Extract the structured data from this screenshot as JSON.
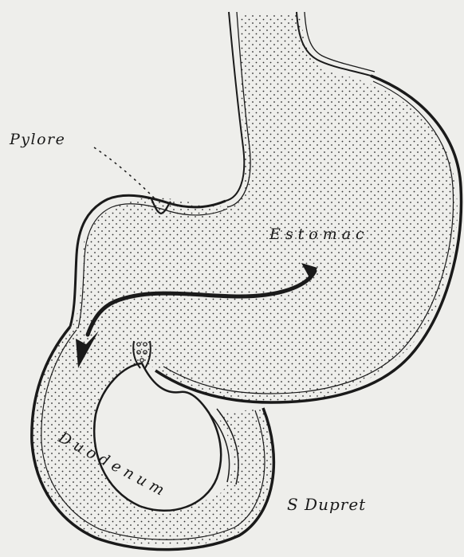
{
  "labels": {
    "pylorus": "Pylore",
    "stomach": "Estomac",
    "duodenum": "Duodenum",
    "signature": "S Dupret"
  },
  "colors": {
    "paper": "#eeeeeb",
    "ink": "#1a1a1a",
    "stipple": "#2a2a2a"
  }
}
